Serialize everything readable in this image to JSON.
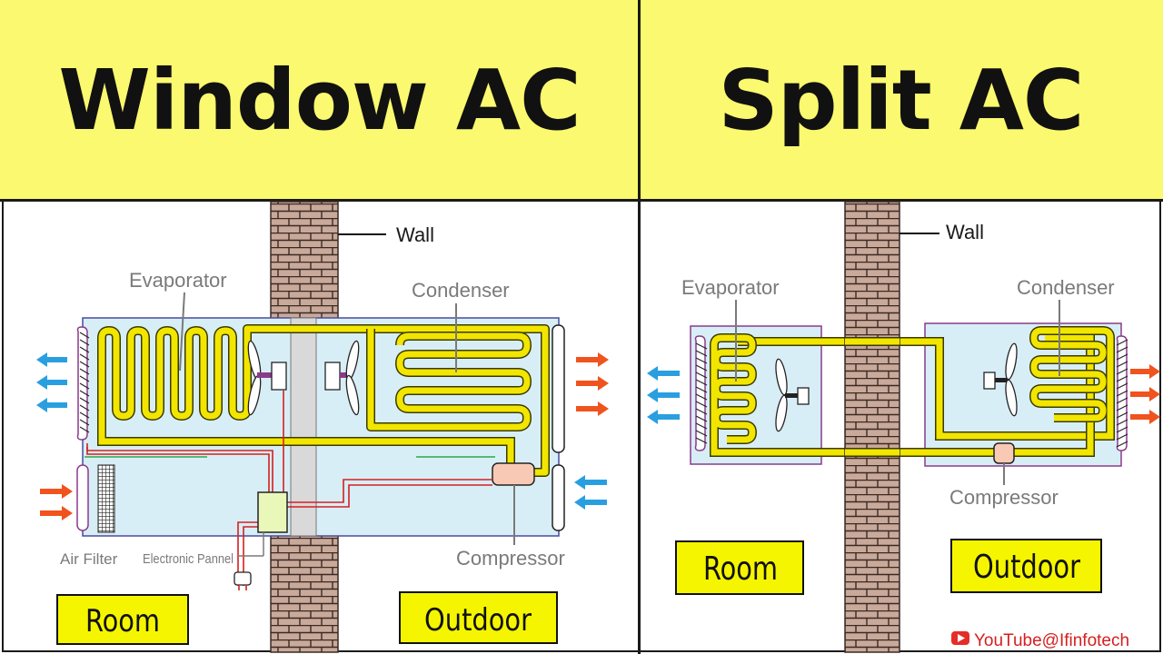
{
  "window_ac": {
    "title": "Window AC",
    "labels": {
      "wall": "Wall",
      "evaporator": "Evaporator",
      "condenser": "Condenser",
      "compressor": "Compressor",
      "air_filter": "Air Filter",
      "electronic_panel": "Electronic Pannel",
      "room": "Room",
      "outdoor": "Outdoor"
    }
  },
  "split_ac": {
    "title": "Split AC",
    "labels": {
      "wall": "Wall",
      "evaporator": "Evaporator",
      "condenser": "Condenser",
      "compressor": "Compressor",
      "room": "Room",
      "outdoor": "Outdoor"
    }
  },
  "watermark": "YouTube@Ifinfotech",
  "colors": {
    "header_bg": "#fbf96f",
    "tag_bg": "#f5f500",
    "pipe": "#f2e600",
    "unit_bg": "#d8eef6",
    "brick": "#c9a99a",
    "cold_arrow": "#2a9fe0",
    "hot_arrow": "#f0531e",
    "wire": "#d42020"
  }
}
